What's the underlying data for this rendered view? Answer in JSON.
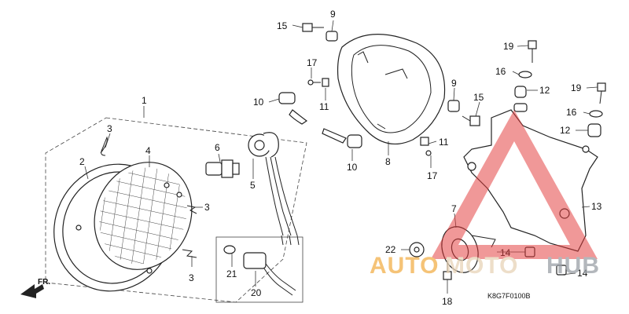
{
  "diagram_code": "K8G7F0100B",
  "direction_label": "FR.",
  "watermark": {
    "text_auto": "AUTO",
    "text_moto": "MOTO",
    "text_hub": "HUB",
    "colors": {
      "auto": "#f2b04a",
      "moto": "#e8d4b8",
      "hub": "#9aa0a6",
      "triangle": "#e23b3b"
    }
  },
  "callouts": {
    "p1": "1",
    "p2": "2",
    "p3a": "3",
    "p3b": "3",
    "p3c": "3",
    "p4": "4",
    "p5": "5",
    "p6": "6",
    "p7": "7",
    "p8": "8",
    "p9a": "9",
    "p9b": "9",
    "p10a": "10",
    "p10b": "10",
    "p11a": "11",
    "p11b": "11",
    "p12a": "12",
    "p12b": "12",
    "p13": "13",
    "p14a": "14",
    "p14b": "14",
    "p15a": "15",
    "p15b": "15",
    "p16a": "16",
    "p16b": "16",
    "p17a": "17",
    "p17b": "17",
    "p18": "18",
    "p19a": "19",
    "p19b": "19",
    "p20": "20",
    "p21": "21",
    "p22": "22"
  }
}
